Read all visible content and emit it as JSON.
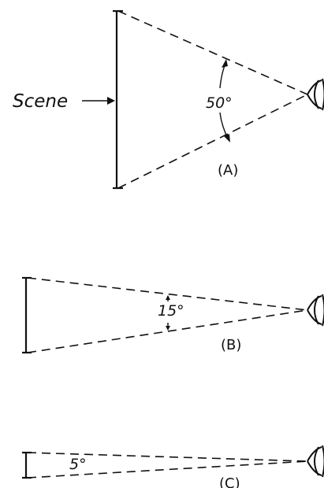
{
  "scene_label": "Scene",
  "panels": [
    {
      "id": "A",
      "label": "(A)",
      "angle_label": "50°"
    },
    {
      "id": "B",
      "label": "(B)",
      "angle_label": "15°"
    },
    {
      "id": "C",
      "label": "(C)",
      "angle_label": "5°"
    }
  ]
}
